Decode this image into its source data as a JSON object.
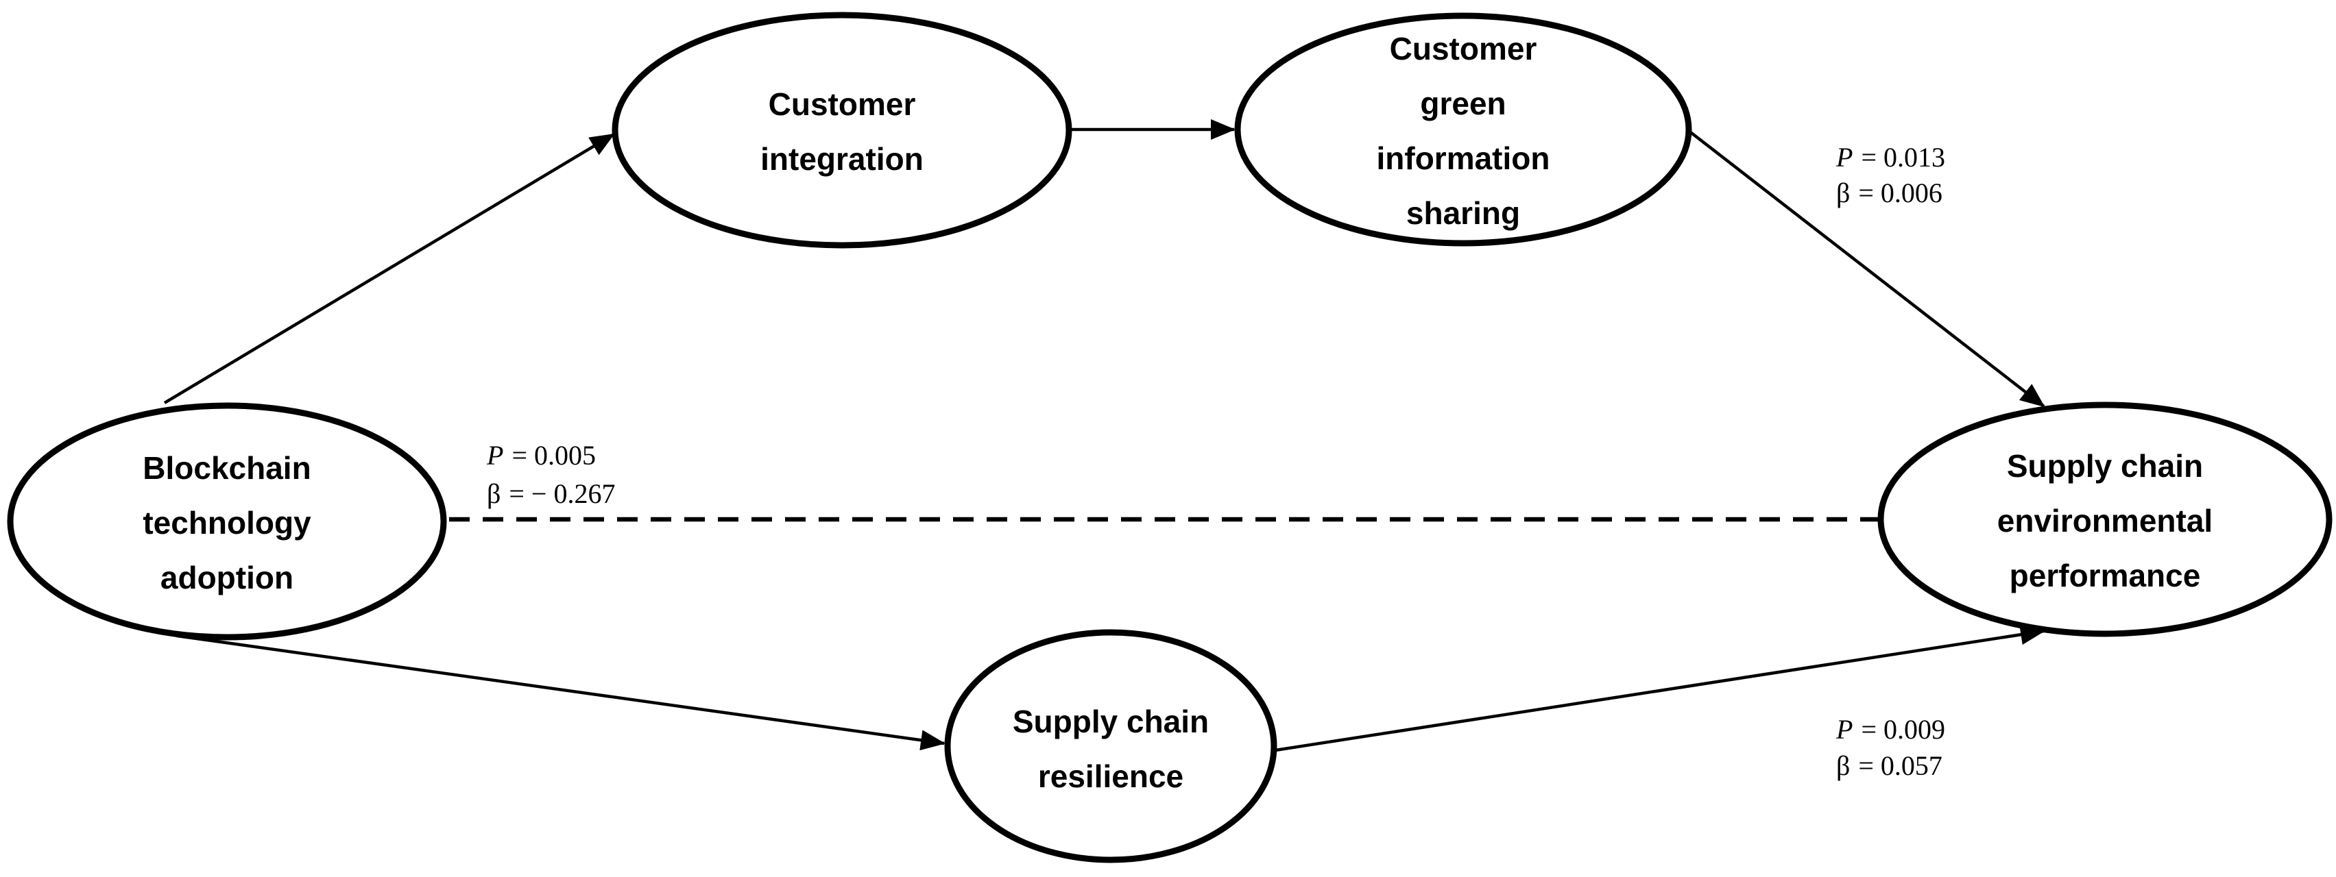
{
  "diagram": {
    "background_color": "#ffffff",
    "stroke_color": "#000000",
    "nodes": [
      {
        "id": "blockchain-technology-adoption",
        "lines": [
          "Blockchain",
          "technology",
          "adoption"
        ]
      },
      {
        "id": "customer-integration",
        "lines": [
          "Customer",
          "integration"
        ]
      },
      {
        "id": "customer-green-information-sharing",
        "lines": [
          "Customer",
          "green",
          "information",
          "sharing"
        ]
      },
      {
        "id": "supply-chain-resilience",
        "lines": [
          "Supply chain",
          "resilience"
        ]
      },
      {
        "id": "supply-chain-environmental-performance",
        "lines": [
          "Supply chain",
          "environmental",
          "performance"
        ]
      }
    ],
    "edges": [
      {
        "from": "blockchain-technology-adoption",
        "to": "customer-integration",
        "style": "solid-arrow"
      },
      {
        "from": "customer-integration",
        "to": "customer-green-information-sharing",
        "style": "solid-arrow"
      },
      {
        "from": "customer-green-information-sharing",
        "to": "supply-chain-environmental-performance",
        "style": "solid-arrow",
        "label": {
          "p_var": "P",
          "p_value": "= 0.013",
          "beta_var": "β",
          "beta_value": "= 0.006"
        }
      },
      {
        "from": "blockchain-technology-adoption",
        "to": "supply-chain-environmental-performance",
        "style": "dashed-no-arrow",
        "label": {
          "p_var": "P",
          "p_value": "= 0.005",
          "beta_var": "β",
          "beta_value": "= − 0.267"
        }
      },
      {
        "from": "blockchain-technology-adoption",
        "to": "supply-chain-resilience",
        "style": "solid-arrow"
      },
      {
        "from": "supply-chain-resilience",
        "to": "supply-chain-environmental-performance",
        "style": "solid-arrow",
        "label": {
          "p_var": "P",
          "p_value": "= 0.009",
          "beta_var": "β",
          "beta_value": "= 0.057"
        }
      }
    ]
  }
}
